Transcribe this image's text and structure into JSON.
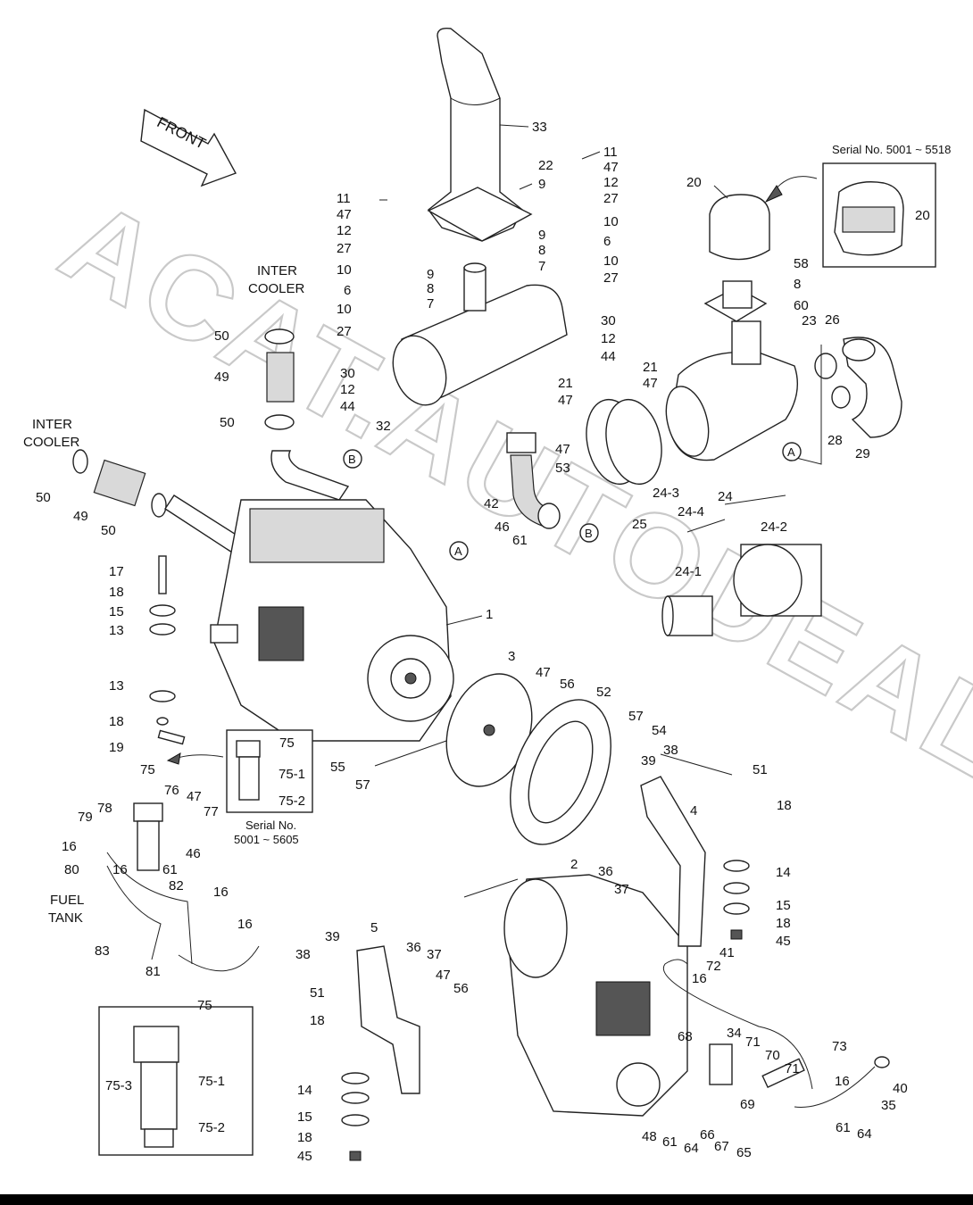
{
  "watermark": "ACAT.AUTODEALER.RU",
  "front_arrow_label": "FRONT",
  "serial_box_top": {
    "label": "Serial No.  5001 ~ 5518",
    "part": "20"
  },
  "serial_box_filter": {
    "caption_line1": "Serial No.",
    "caption_line2": "5001 ~ 5605",
    "parts": [
      "75",
      "75-1",
      "75-2"
    ]
  },
  "inset_box_filter": {
    "title": "75",
    "parts": [
      "75-3",
      "75-1",
      "75-2"
    ]
  },
  "intercooler_upper": "INTER\nCOOLER",
  "intercooler_left": "INTER\nCOOLER",
  "fuel_tank": "FUEL\nTANK",
  "ref_circles": [
    "B",
    "A",
    "B",
    "A"
  ],
  "labels": [
    "33",
    "22",
    "9",
    "11",
    "47",
    "12",
    "27",
    "10",
    "6",
    "9",
    "8",
    "7",
    "10",
    "27",
    "11",
    "47",
    "12",
    "27",
    "10",
    "6",
    "10",
    "27",
    "9",
    "8",
    "7",
    "30",
    "12",
    "44",
    "30",
    "12",
    "44",
    "32",
    "20",
    "58",
    "8",
    "60",
    "23",
    "26",
    "24-3",
    "24-4",
    "24",
    "25",
    "28",
    "29",
    "21",
    "47",
    "21",
    "47",
    "47",
    "53",
    "42",
    "46",
    "61",
    "50",
    "49",
    "50",
    "50",
    "49",
    "50",
    "17",
    "18",
    "15",
    "13",
    "13",
    "18",
    "19",
    "1",
    "3",
    "47",
    "56",
    "52",
    "57",
    "54",
    "39",
    "38",
    "51",
    "18",
    "4",
    "55",
    "57",
    "24-2",
    "24-1",
    "75",
    "78",
    "79",
    "76",
    "47",
    "77",
    "16",
    "46",
    "61",
    "80",
    "16",
    "82",
    "16",
    "83",
    "81",
    "16",
    "2",
    "36",
    "37",
    "14",
    "15",
    "18",
    "45",
    "41",
    "72",
    "16",
    "5",
    "39",
    "38",
    "36",
    "37",
    "47",
    "56",
    "51",
    "18",
    "14",
    "15",
    "18",
    "45",
    "68",
    "34",
    "71",
    "70",
    "71",
    "69",
    "73",
    "16",
    "40",
    "35",
    "61",
    "64",
    "48",
    "61",
    "64",
    "66",
    "67",
    "65"
  ]
}
